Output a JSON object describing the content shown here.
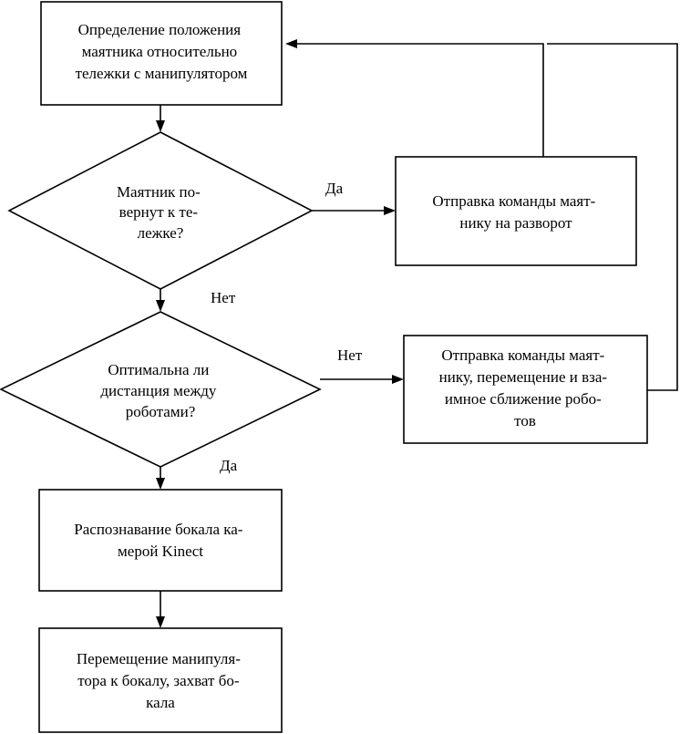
{
  "nodes": {
    "determine_position": {
      "lines": [
        "Определение положения",
        "маятника относительно",
        "тележки с манипулятором"
      ]
    },
    "pendulum_facing": {
      "lines": [
        "Маятник по-",
        "вернут к те-",
        "лежке?"
      ]
    },
    "turn_command": {
      "lines": [
        "Отправка команды маят-",
        "нику на разворот"
      ]
    },
    "distance_optimal": {
      "lines": [
        "Оптимальна ли",
        "дистанция между",
        "роботами?"
      ]
    },
    "approach_command": {
      "lines": [
        "Отправка команды маят-",
        "нику, перемещение и вза-",
        "имное сближение робо-",
        "тов"
      ]
    },
    "recognize_glass": {
      "lines": [
        "Распознавание бокала ка-",
        "мерой Kinect"
      ]
    },
    "grab_glass": {
      "lines": [
        "Перемещение манипуля-",
        "тора к бокалу, захват бо-",
        "кала"
      ]
    }
  },
  "edge_labels": {
    "facing_yes": "Да",
    "facing_no": "Нет",
    "distance_no": "Нет",
    "distance_yes": "Да"
  },
  "colors": {
    "stroke": "#000000",
    "fill": "#ffffff"
  }
}
